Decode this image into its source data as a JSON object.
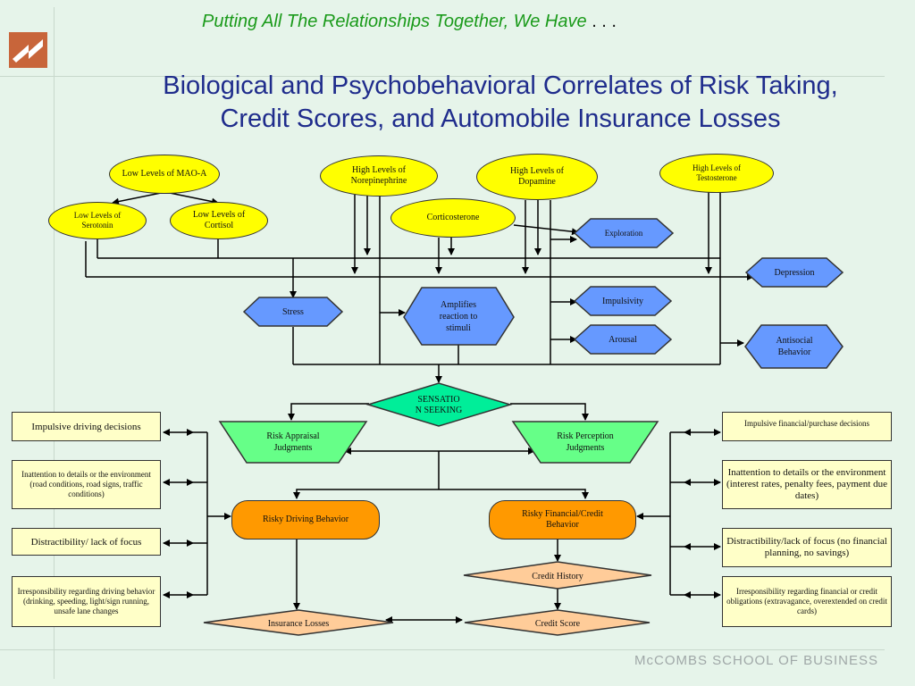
{
  "header": {
    "subtitle": "Putting All The Relationships Together, We Have",
    "subtitle_dots": ". . .",
    "title_line1": "Biological and Psychobehavioral Correlates of Risk Taking,",
    "title_line2": "Credit Scores, and Automobile Insurance Losses"
  },
  "footer": {
    "text": "McCOMBS SCHOOL OF BUSINESS"
  },
  "colors": {
    "background": "#e6f4ea",
    "ellipse": "#ffff00",
    "hexagon_blue": "#6699ff",
    "sensation": "#00ee99",
    "risk_judgment": "#66ff88",
    "behavior": "#ff9900",
    "diamond_peach": "#ffcc99",
    "box": "#ffffc8",
    "title": "#1f2c8c",
    "subtitle": "#1a9a1a"
  },
  "biological": {
    "mao_a": "Low Levels of MAO-A",
    "serotonin": "Low Levels of Serotonin",
    "cortisol": "Low Levels of Cortisol",
    "norepinephrine": "High Levels of Norepinephrine",
    "corticosterone": "Corticosterone",
    "dopamine": "High Levels of Dopamine",
    "testosterone": "High Levels of Testosterone"
  },
  "outcomes": {
    "exploration": "Exploration",
    "depression": "Depression",
    "impulsivity": "Impulsivity",
    "arousal": "Arousal",
    "antisocial": "Antisocial Behavior",
    "stress": "Stress",
    "amplifies": "Amplifies reaction to stimuli"
  },
  "center": {
    "sensation_line1": "SENSATIO",
    "sensation_line2": "N SEEKING",
    "risk_appraisal": "Risk Appraisal Judgments",
    "risk_perception": "Risk Perception Judgments",
    "risky_driving": "Risky Driving Behavior",
    "risky_financial": "Risky Financial/Credit Behavior",
    "credit_history": "Credit History",
    "insurance_losses": "Insurance Losses",
    "credit_score": "Credit Score"
  },
  "left_boxes": [
    "Impulsive driving decisions",
    "Inattention to details or the environment (road conditions, road signs, traffic conditions)",
    "Distractibility/ lack of focus",
    "Irresponsibility regarding driving behavior (drinking, speeding, light/sign running, unsafe lane changes"
  ],
  "right_boxes": [
    "Impulsive financial/purchase decisions",
    "Inattention to details or the environment (interest rates, penalty fees, payment due dates)",
    "Distractibility/lack of focus (no financial planning, no savings)",
    "Irresponsibility regarding financial or credit obligations (extravagance, overextended on credit cards)"
  ]
}
